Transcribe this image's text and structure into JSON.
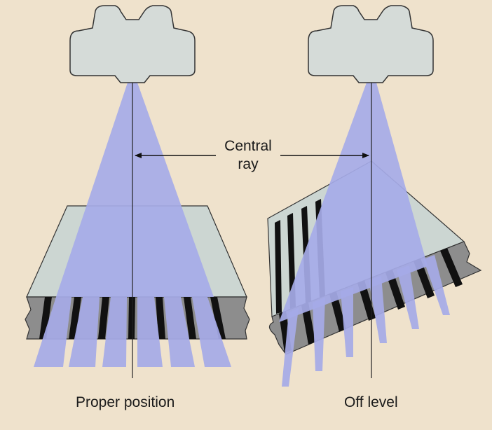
{
  "annotation": {
    "central_ray_line1": "Central",
    "central_ray_line2": "ray"
  },
  "panels": [
    {
      "caption": "Proper position"
    },
    {
      "caption": "Off level"
    }
  ],
  "colors": {
    "background": "#efe2cc",
    "tube_head": "#d5dbd8",
    "beam": "#a6abe8",
    "grid_top": "#ccd6d2",
    "grid_side": "#8d8d8d",
    "lead_strips": "#111111"
  }
}
